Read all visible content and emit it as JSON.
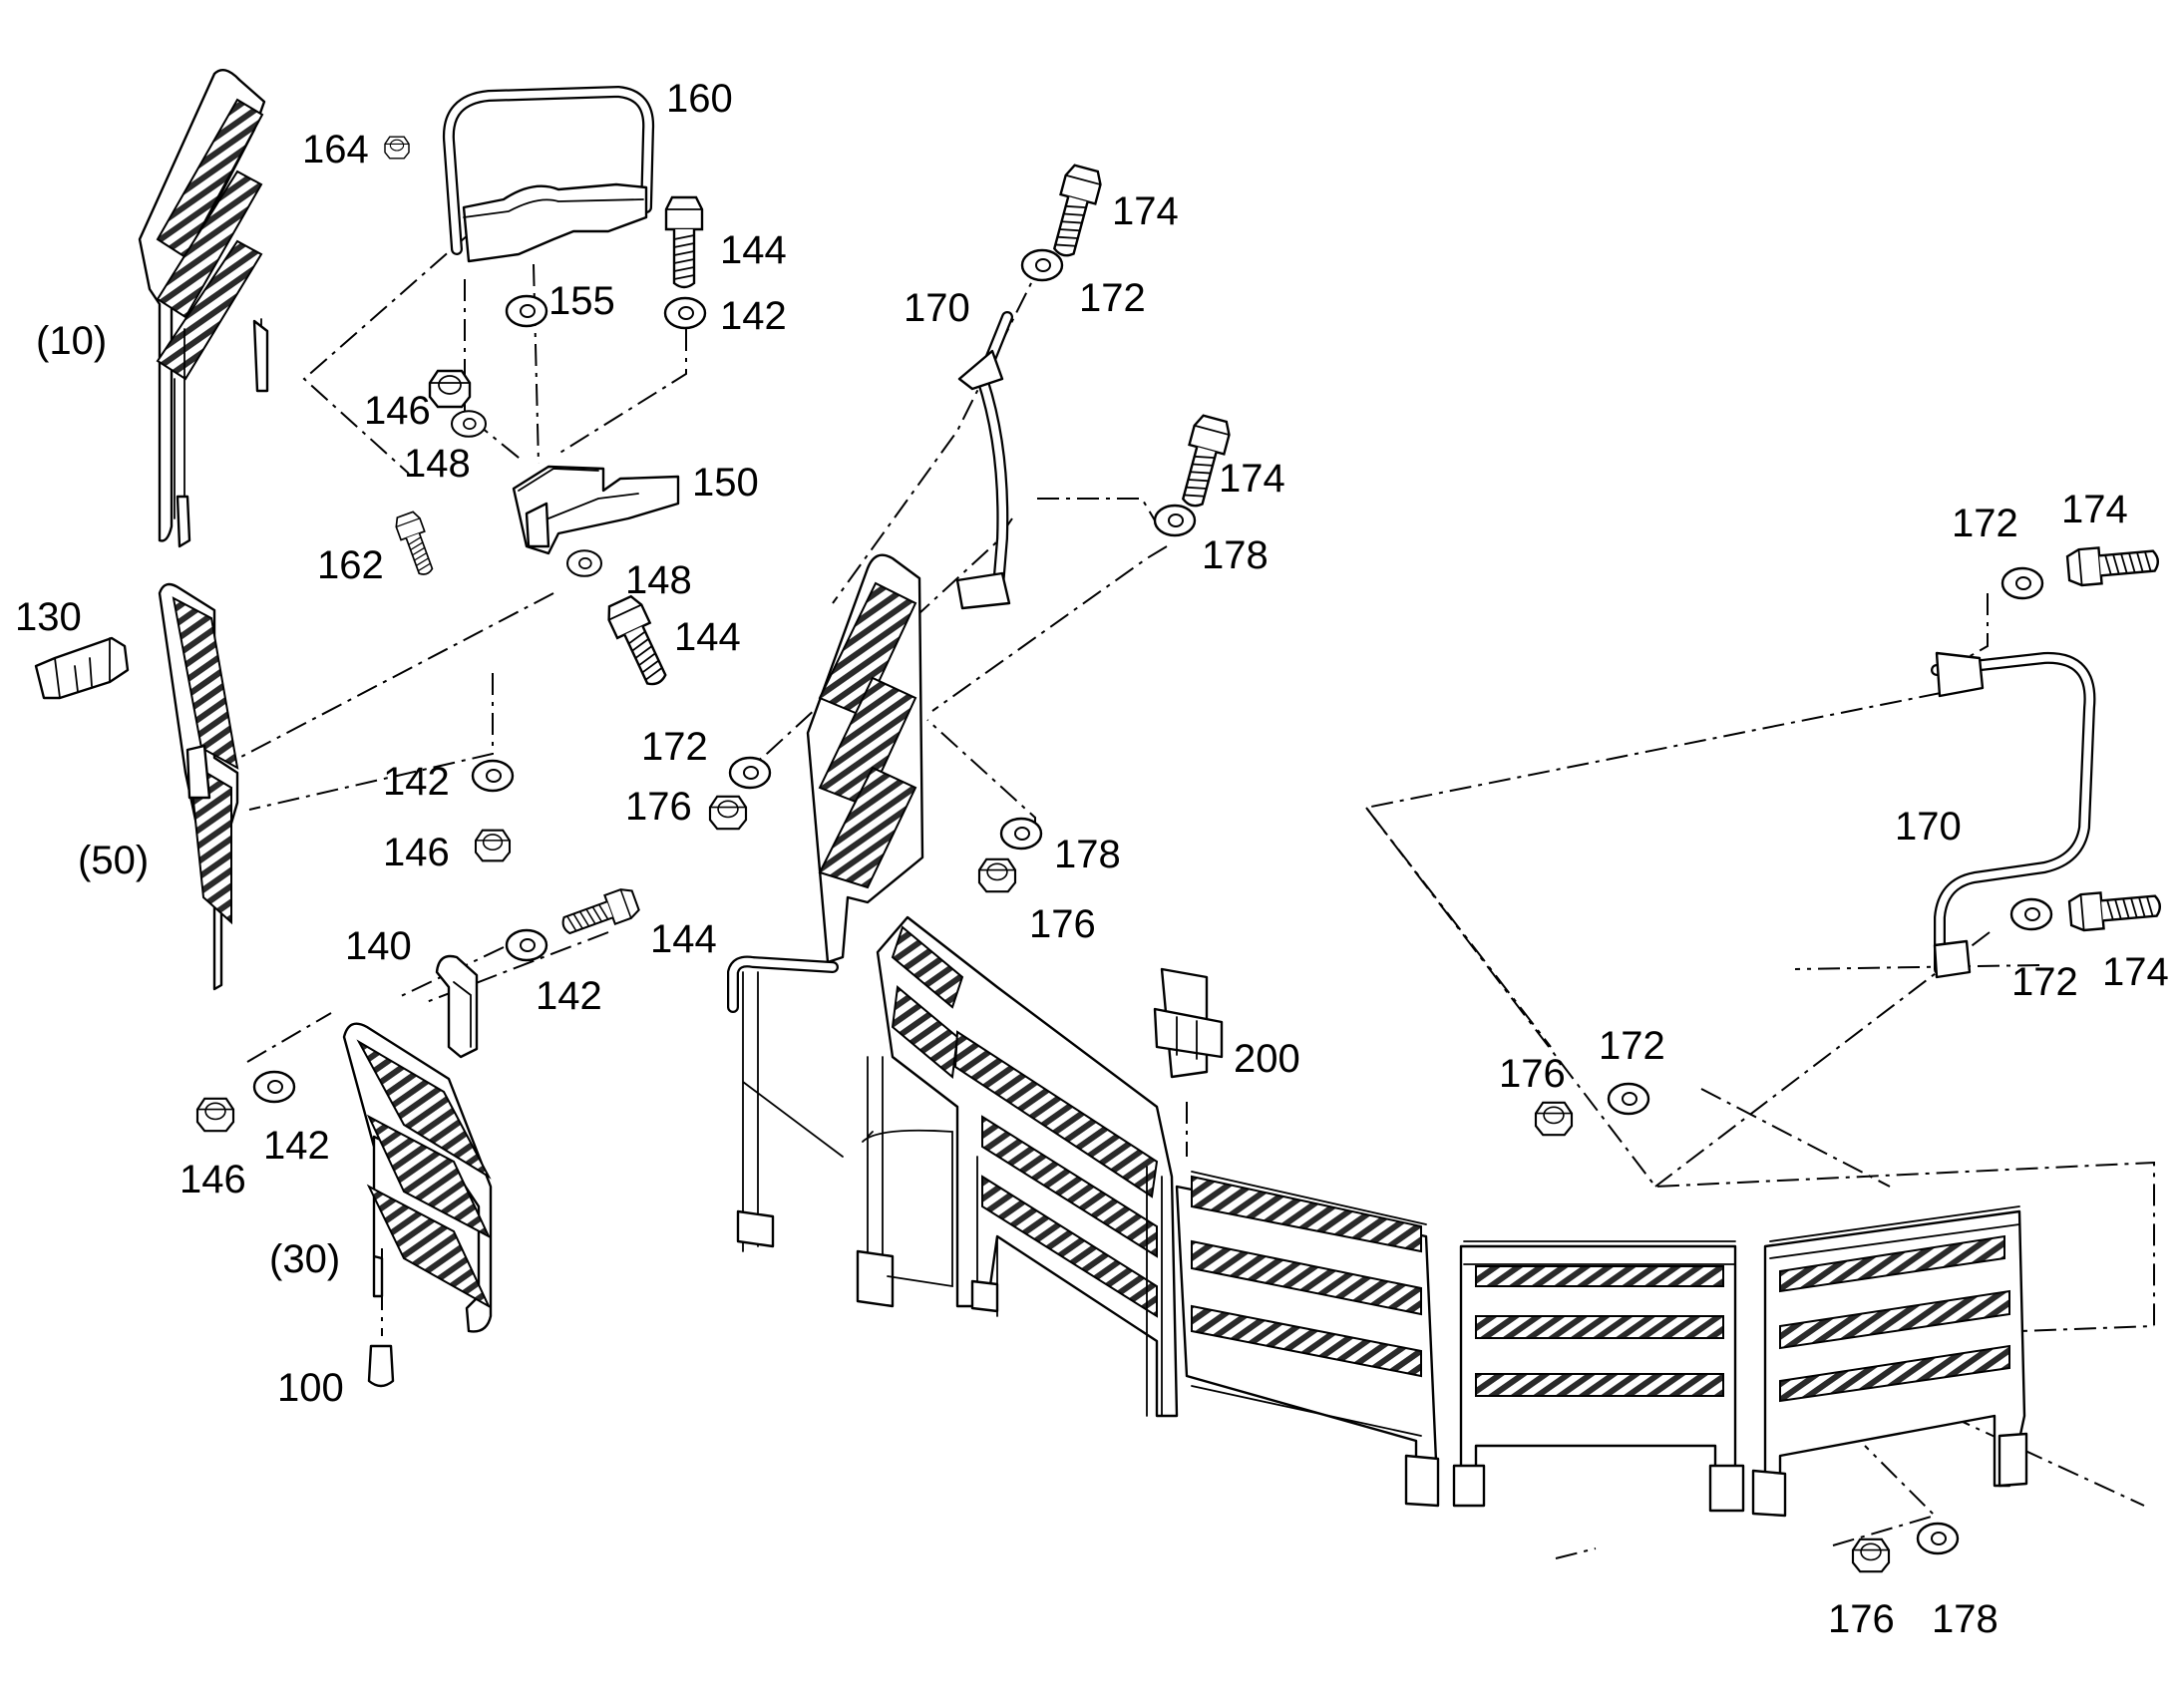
{
  "diagram": {
    "callouts": [
      {
        "id": "c160",
        "text": "160"
      },
      {
        "id": "c164",
        "text": "164"
      },
      {
        "id": "c144a",
        "text": "144"
      },
      {
        "id": "c155",
        "text": "155"
      },
      {
        "id": "c142a",
        "text": "142"
      },
      {
        "id": "c10",
        "text": "(10)"
      },
      {
        "id": "c146a",
        "text": "146"
      },
      {
        "id": "c148a",
        "text": "148"
      },
      {
        "id": "c150",
        "text": "150"
      },
      {
        "id": "c162",
        "text": "162"
      },
      {
        "id": "c148b",
        "text": "148"
      },
      {
        "id": "c144b",
        "text": "144"
      },
      {
        "id": "c130",
        "text": "130"
      },
      {
        "id": "c142b",
        "text": "142"
      },
      {
        "id": "c146b",
        "text": "146"
      },
      {
        "id": "c50",
        "text": "(50)"
      },
      {
        "id": "c140",
        "text": "140"
      },
      {
        "id": "c144c",
        "text": "144"
      },
      {
        "id": "c142c",
        "text": "142"
      },
      {
        "id": "c146c",
        "text": "146"
      },
      {
        "id": "c142d",
        "text": "142"
      },
      {
        "id": "c30",
        "text": "(30)"
      },
      {
        "id": "c100",
        "text": "100"
      },
      {
        "id": "c174a",
        "text": "174"
      },
      {
        "id": "c172a",
        "text": "172"
      },
      {
        "id": "c170a",
        "text": "170"
      },
      {
        "id": "c174b",
        "text": "174"
      },
      {
        "id": "c178a",
        "text": "178"
      },
      {
        "id": "c172b",
        "text": "172"
      },
      {
        "id": "c176a",
        "text": "176"
      },
      {
        "id": "c178b",
        "text": "178"
      },
      {
        "id": "c176b",
        "text": "176"
      },
      {
        "id": "c200",
        "text": "200"
      },
      {
        "id": "c172c",
        "text": "172"
      },
      {
        "id": "c174c",
        "text": "174"
      },
      {
        "id": "c170b",
        "text": "170"
      },
      {
        "id": "c172d",
        "text": "172"
      },
      {
        "id": "c174d",
        "text": "174"
      },
      {
        "id": "c176c",
        "text": "176"
      },
      {
        "id": "c172e",
        "text": "172"
      },
      {
        "id": "c176d",
        "text": "176"
      },
      {
        "id": "c178c",
        "text": "178"
      }
    ]
  }
}
